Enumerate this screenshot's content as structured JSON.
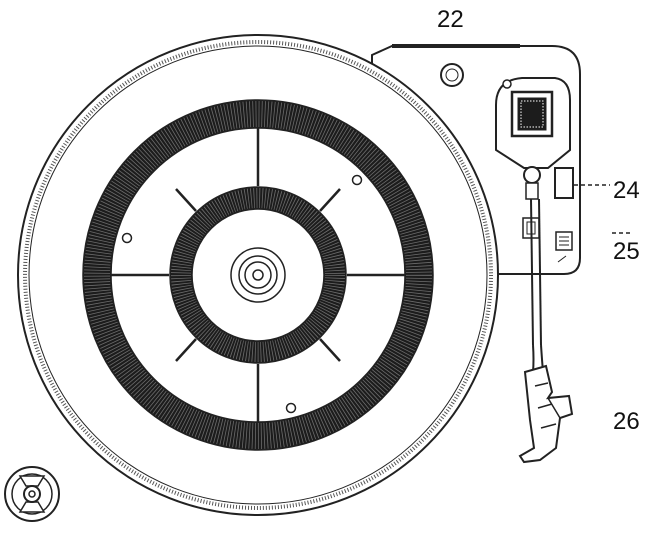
{
  "callouts": {
    "c22": "22",
    "c24": "24",
    "c25": "25",
    "c26": "26"
  },
  "colors": {
    "line": "#222222",
    "mat": "#1c1c1c",
    "paper": "#ffffff"
  }
}
